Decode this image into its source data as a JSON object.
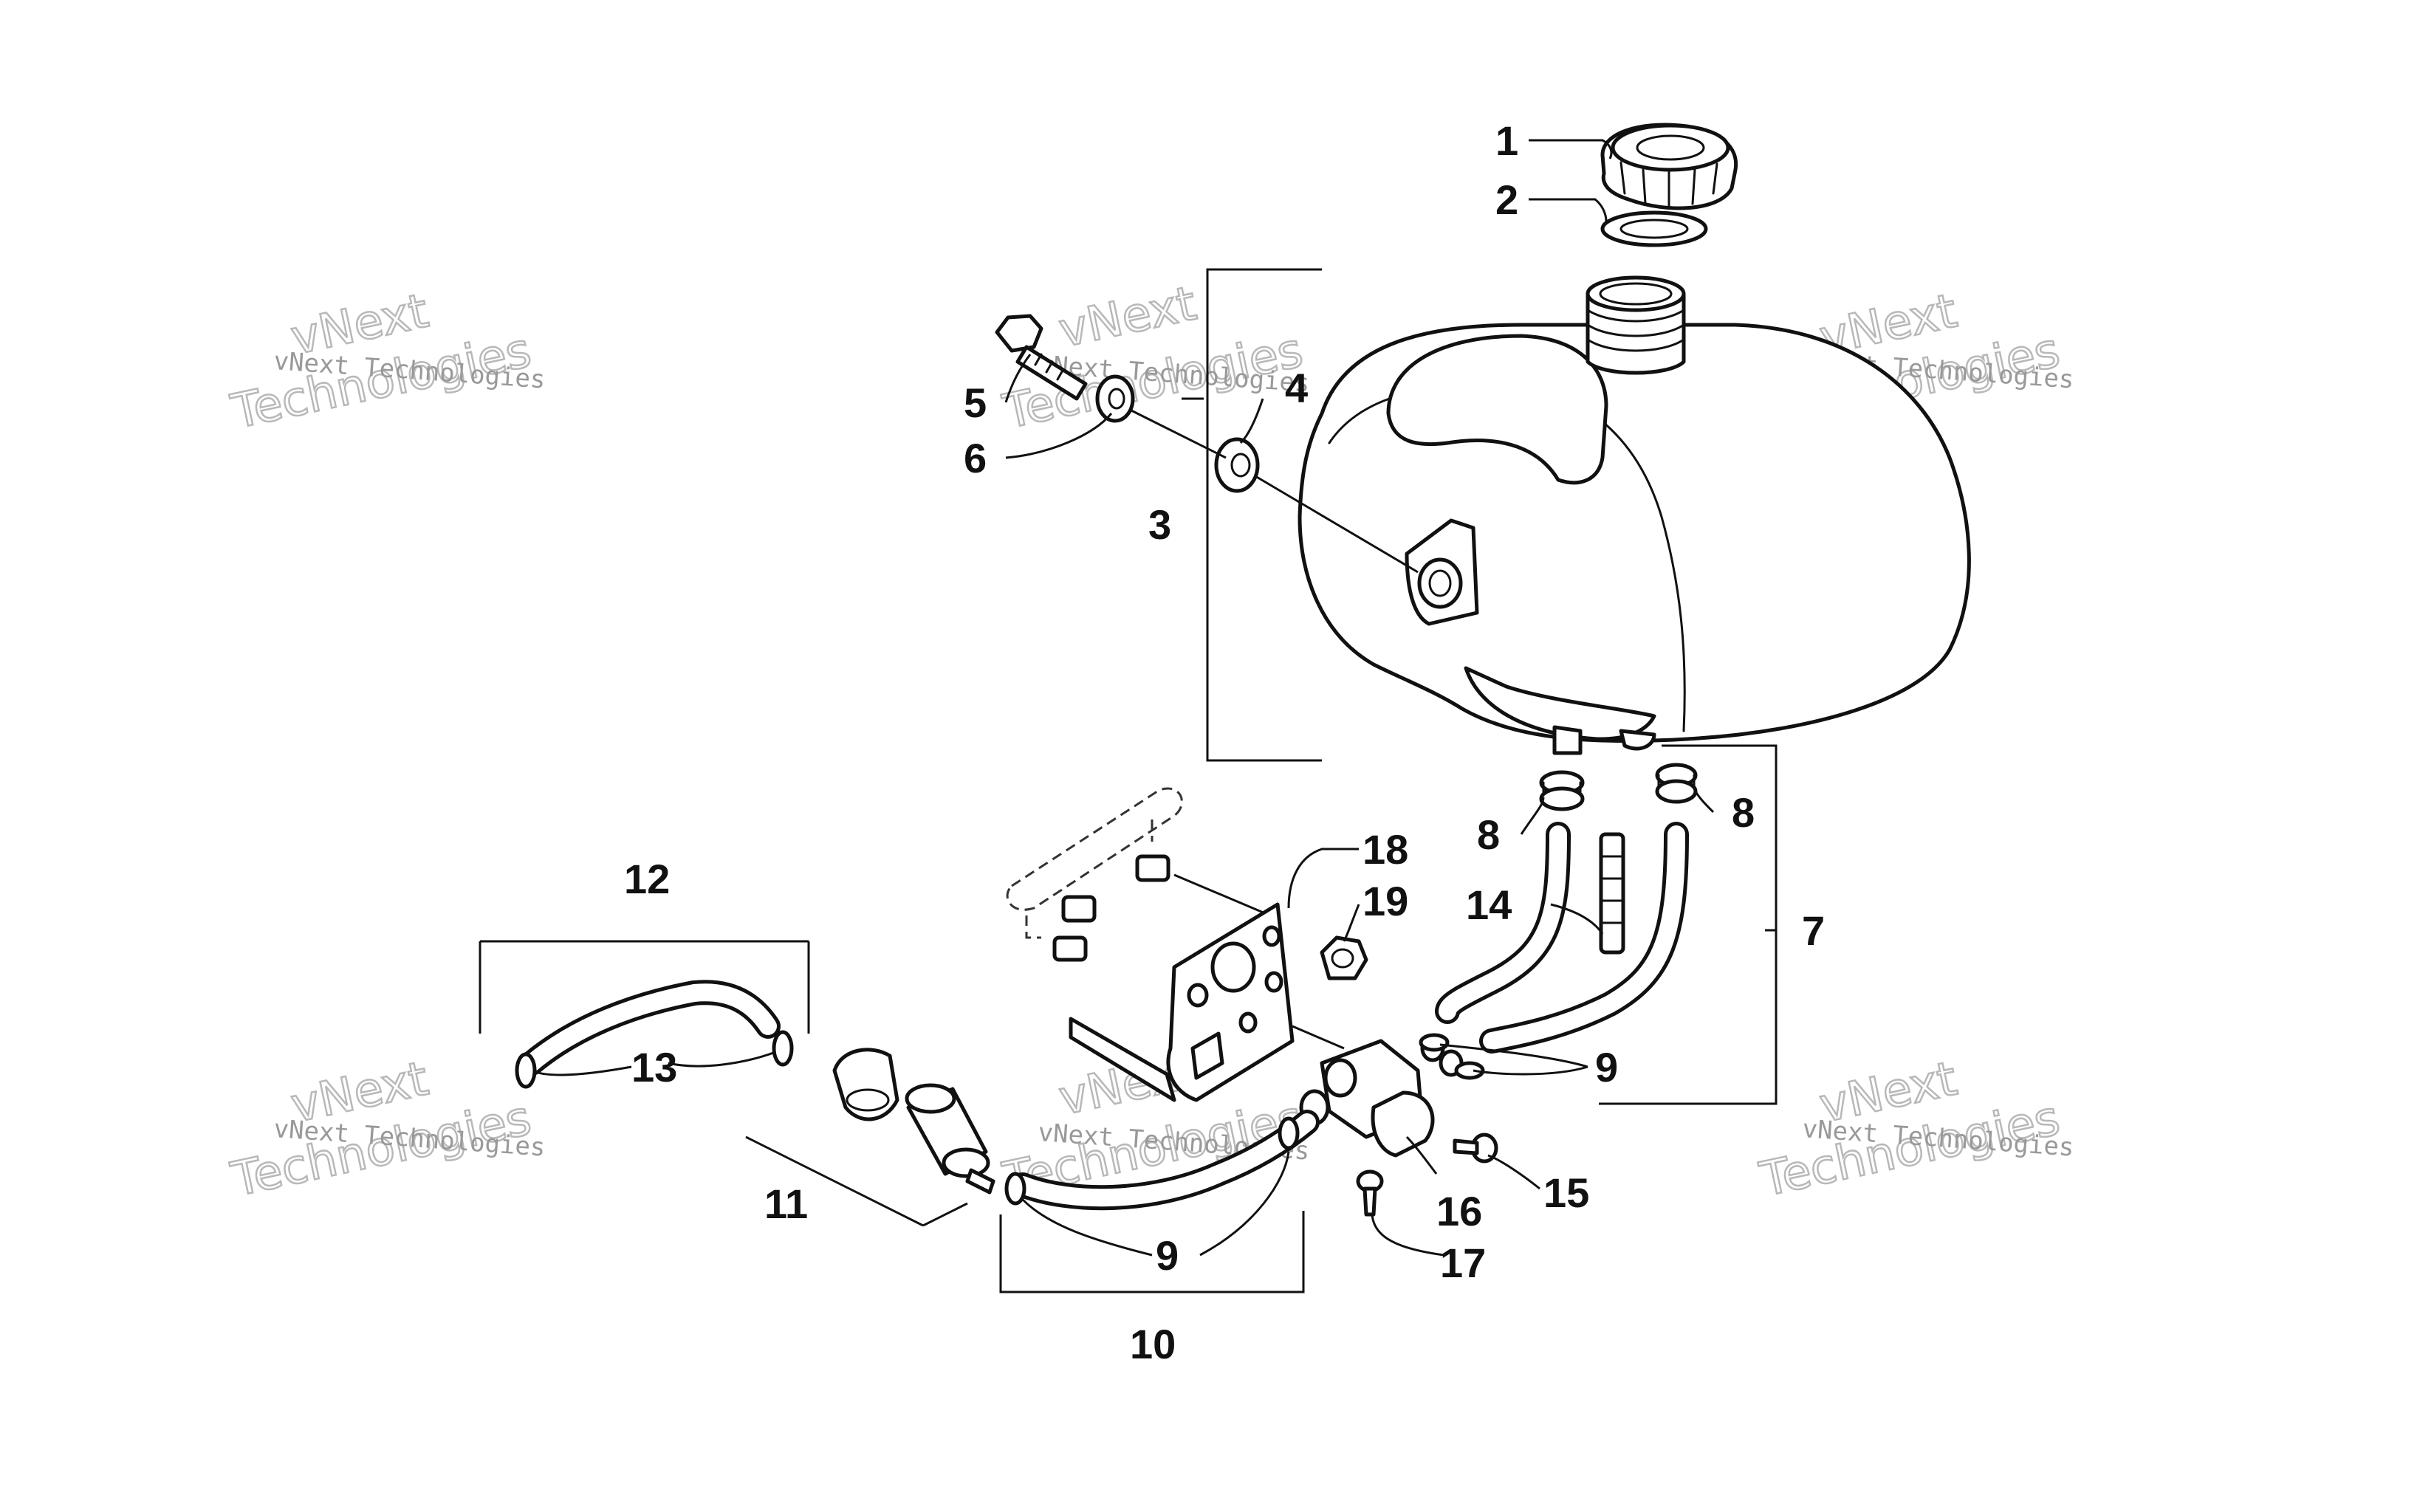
{
  "watermark": {
    "brand": "vNext Technologies",
    "word1": "vNext",
    "word2": "Technologies"
  },
  "callouts": {
    "c1": "1",
    "c2": "2",
    "c3": "3",
    "c4": "4",
    "c5": "5",
    "c6": "6",
    "c7": "7",
    "c8a": "8",
    "c8b": "8",
    "c9a": "9",
    "c9b": "9",
    "c10": "10",
    "c11": "11",
    "c12": "12",
    "c13": "13",
    "c14": "14",
    "c15": "15",
    "c16": "16",
    "c17": "17",
    "c18": "18",
    "c19": "19"
  },
  "colors": {
    "line": "#111111",
    "watermark": "#999999",
    "background": "#ffffff"
  }
}
